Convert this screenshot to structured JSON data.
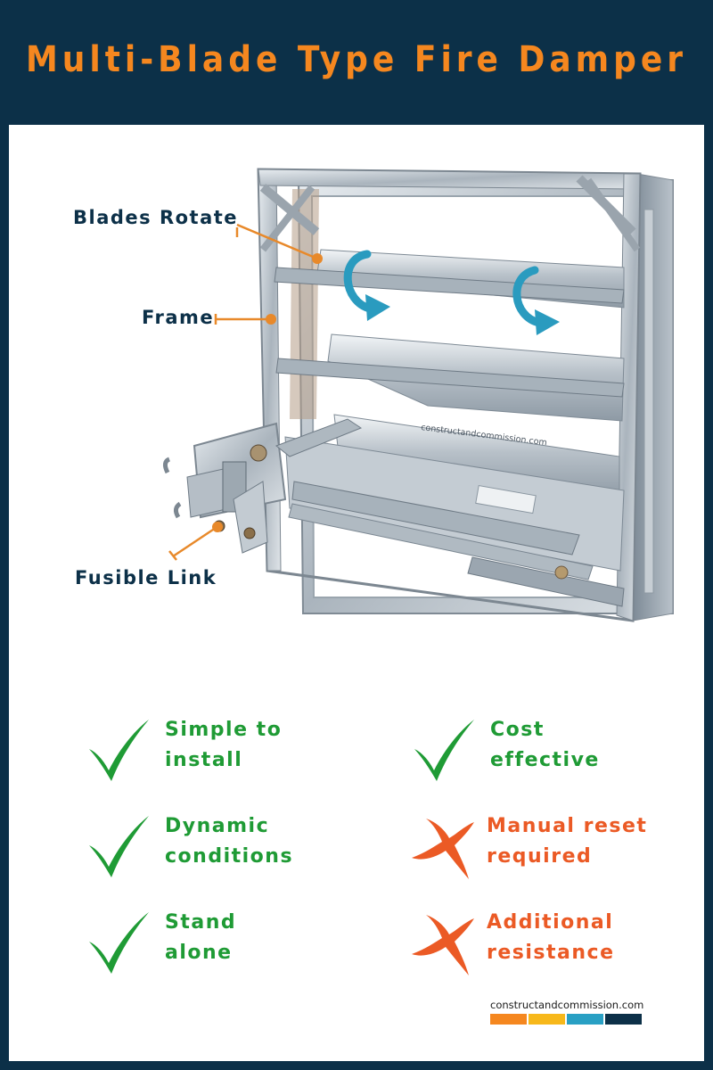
{
  "title": "Multi-Blade Type Fire Damper",
  "watermark": "constructandcommission.com",
  "callouts": {
    "blades_rotate": "Blades Rotate",
    "frame": "Frame",
    "fusible_link": "Fusible Link"
  },
  "pros_cons": [
    {
      "type": "pro",
      "icon": "check-icon",
      "lines": [
        "Simple to",
        "install"
      ]
    },
    {
      "type": "pro",
      "icon": "check-icon",
      "lines": [
        "Cost",
        "effective"
      ]
    },
    {
      "type": "pro",
      "icon": "check-icon",
      "lines": [
        "Dynamic",
        "conditions"
      ]
    },
    {
      "type": "con",
      "icon": "cross-icon",
      "lines": [
        "Manual reset",
        "required"
      ]
    },
    {
      "type": "pro",
      "icon": "check-icon",
      "lines": [
        "Stand",
        "alone"
      ]
    },
    {
      "type": "con",
      "icon": "cross-icon",
      "lines": [
        "Additional",
        "resistance"
      ]
    }
  ],
  "brand": {
    "text": "constructandcommission.com",
    "bar_colors": [
      "#f5871f",
      "#f7b81b",
      "#29a0c4",
      "#0c3048"
    ]
  },
  "colors": {
    "navy": "#0c3048",
    "orange": "#f5871f",
    "green": "#1f9b35",
    "red": "#eb5a25",
    "arrow_blue": "#2a9bbf"
  }
}
